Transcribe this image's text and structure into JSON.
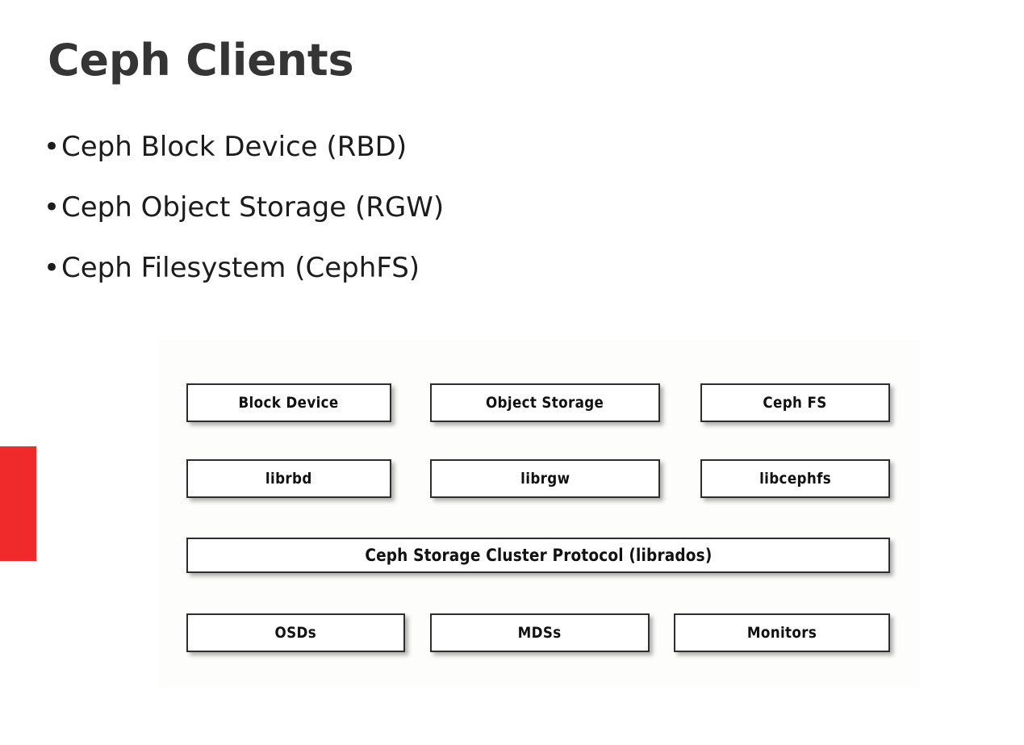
{
  "slide": {
    "title": "Ceph Clients",
    "accent_color": "#f02a2a",
    "title_color": "#353535",
    "body_color": "#1c1c1c"
  },
  "bullets": [
    {
      "marker": "•",
      "text": "Ceph Block Device (RBD)"
    },
    {
      "marker": "•",
      "text": "Ceph Object Storage (RGW)"
    },
    {
      "marker": "•",
      "text": "Ceph Filesystem (CephFS)"
    }
  ],
  "diagram": {
    "background_color": "#fdfdfc",
    "box_border_color": "#2e2e2e",
    "rows": [
      {
        "name": "clients",
        "boxes": [
          {
            "label": "Block Device"
          },
          {
            "label": "Object Storage"
          },
          {
            "label": "Ceph FS"
          }
        ]
      },
      {
        "name": "libraries",
        "boxes": [
          {
            "label": "librbd"
          },
          {
            "label": "librgw"
          },
          {
            "label": "libcephfs"
          }
        ]
      },
      {
        "name": "protocol",
        "boxes": [
          {
            "label": "Ceph Storage Cluster Protocol (librados)"
          }
        ]
      },
      {
        "name": "daemons",
        "boxes": [
          {
            "label": "OSDs"
          },
          {
            "label": "MDSs"
          },
          {
            "label": "Monitors"
          }
        ]
      }
    ]
  }
}
